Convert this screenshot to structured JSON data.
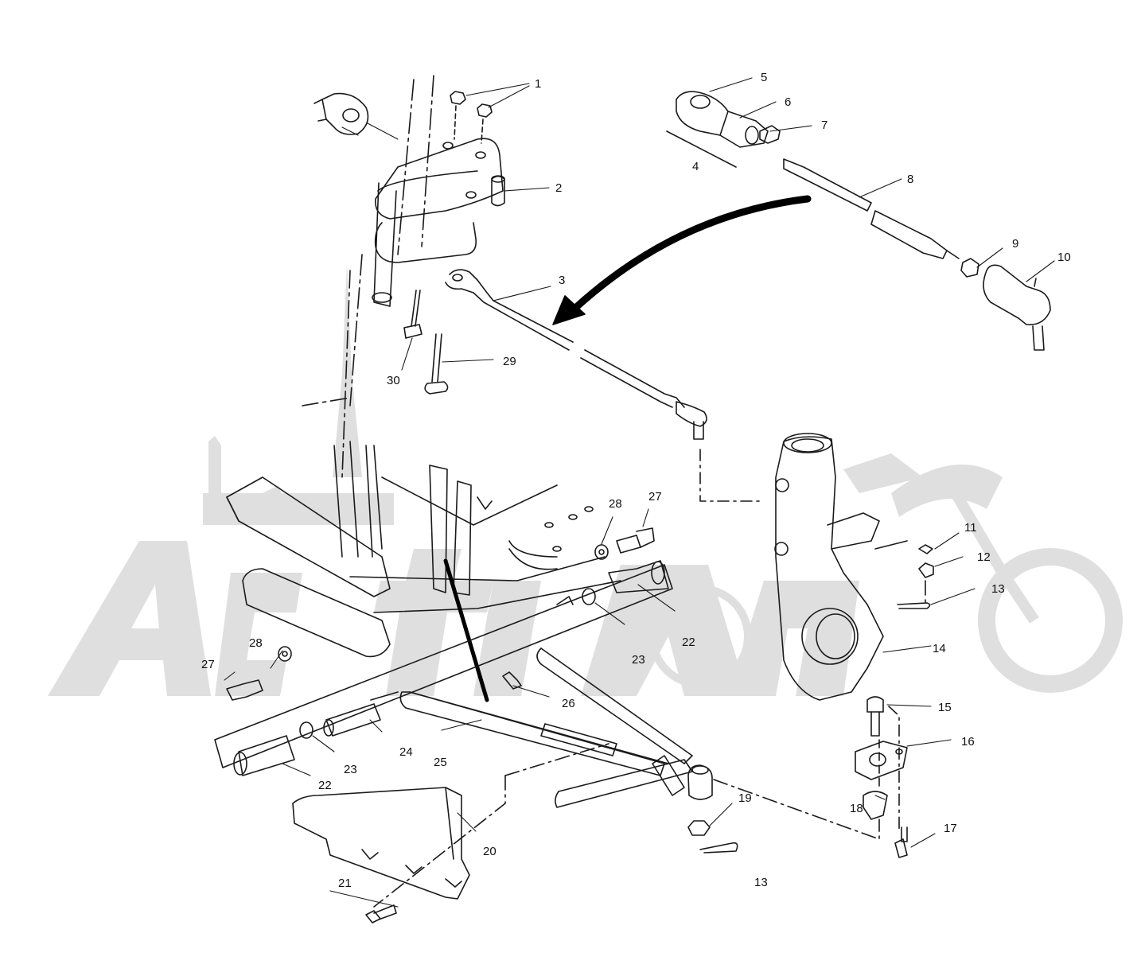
{
  "watermark": {
    "text": "Activ",
    "color": "#d9d9d9"
  },
  "colors": {
    "line": "#1a1a1a",
    "arrow": "#000000",
    "watermark": "#dcdcdc"
  },
  "callouts": {
    "c1": "1",
    "c2": "2",
    "c3": "3",
    "c4": "4",
    "c5": "5",
    "c6": "6",
    "c7": "7",
    "c8": "8",
    "c9": "9",
    "c10": "10",
    "c11": "11",
    "c12": "12",
    "c13a": "13",
    "c13b": "13",
    "c14": "14",
    "c15": "15",
    "c16": "16",
    "c17": "17",
    "c18": "18",
    "c19": "19",
    "c20": "20",
    "c21": "21",
    "c22a": "22",
    "c22b": "22",
    "c23a": "23",
    "c23b": "23",
    "c24": "24",
    "c25": "25",
    "c26": "26",
    "c27a": "27",
    "c27b": "27",
    "c28a": "28",
    "c28b": "28",
    "c29": "29",
    "c30": "30"
  }
}
